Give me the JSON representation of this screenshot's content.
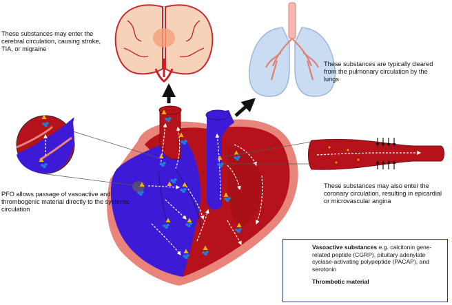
{
  "notes": {
    "cerebral": "These substances may enter the cerebral circulation, causing stroke, TIA, or migraine",
    "pulmonary": "These substances are typically cleared from the pulmonary circulation by the lungs",
    "coronary": "These substances may also enter the coronary circulation, resulting in epicardial or microvascular angina",
    "pfo": "PFO allows passage of vasoactive and thrombogenic material directly to the systemic circulation"
  },
  "legend": {
    "vasoactive_title": "Vasoactive substances",
    "vasoactive_desc": " e.g. calcitonin gene-related peptide (CGRP), pituitary adenylate cyclase-activating polypeptide (PACAP), and serotonin",
    "thrombotic_title": "Thrombotic material"
  },
  "colors": {
    "oxygenated": "#b5121b",
    "deoxygenated": "#3d1bd6",
    "pericardium": "#e9847a",
    "brain": "#f6d3b8",
    "lungs": "#c9dcf2",
    "vasoactive": "#f2b705",
    "thrombotic": "#1f7fe0",
    "legend_border": "#1f3b70"
  }
}
